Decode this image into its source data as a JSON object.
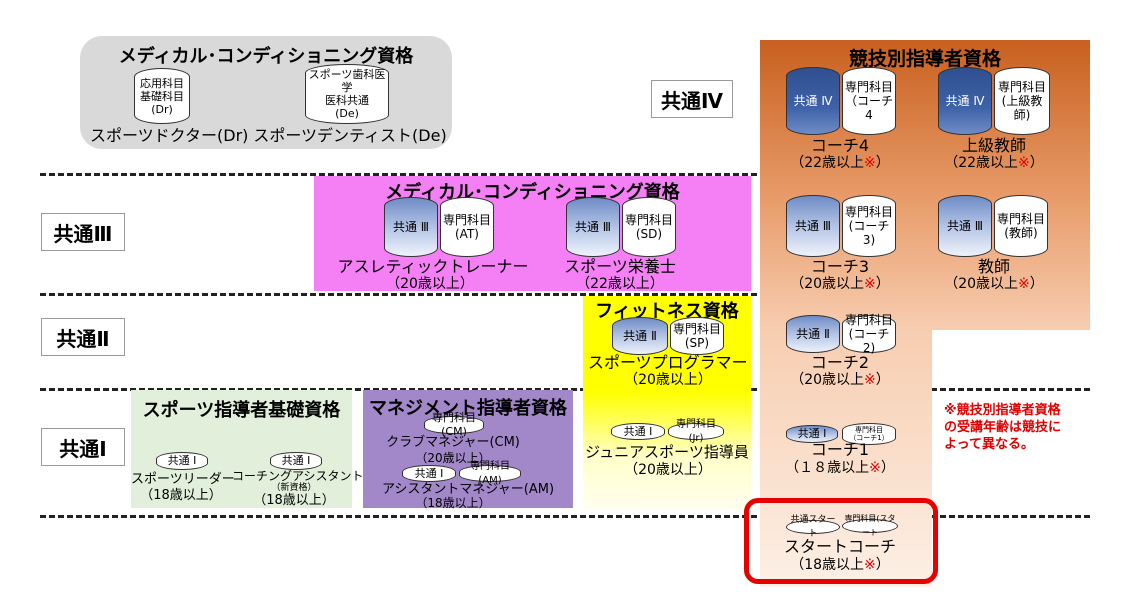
{
  "levels": {
    "common4": "共通Ⅳ",
    "common3": "共通Ⅲ",
    "common2": "共通Ⅱ",
    "common1": "共通Ⅰ"
  },
  "medical_top": {
    "title": "メディカル･コンディショニング資格",
    "doctor": {
      "cyl": "応用科目\n基礎科目\n(Dr)",
      "label": "スポーツドクター(Dr)"
    },
    "dentist": {
      "cyl": "スポーツ歯科医学\n医科共通\n(De)",
      "label": "スポーツデンティスト(De)"
    }
  },
  "medical_mid": {
    "title": "メディカル･コンディショニング資格",
    "at": {
      "common": "共通 Ⅲ",
      "spec": "専門科目\n(AT)",
      "label": "アスレティックトレーナー",
      "age": "（20歳以上）"
    },
    "sd": {
      "common": "共通 Ⅲ",
      "spec": "専門科目\n(SD)",
      "label": "スポーツ栄養士",
      "age": "（22歳以上）"
    }
  },
  "fitness": {
    "title": "フィットネス資格",
    "sp": {
      "common": "共通 Ⅱ",
      "spec": "専門科目\n(SP)",
      "label": "スポーツプログラマー",
      "age": "（20歳以上）"
    },
    "jr": {
      "common": "共通 Ⅰ",
      "spec": "専門科目(Jr)",
      "label": "ジュニアスポーツ指導員",
      "age": "（20歳以上）"
    }
  },
  "basic": {
    "title": "スポーツ指導者基礎資格",
    "leader": {
      "common": "共通 Ⅰ",
      "label": "スポーツリーダー",
      "age": "（18歳以上）"
    },
    "assistant": {
      "common": "共通 Ⅰ",
      "label": "コーチングアシスタント",
      "note": "（新資格）",
      "age": "（18歳以上）"
    }
  },
  "management": {
    "title": "マネジメント指導者資格",
    "cm": {
      "spec": "専門科目(CM)",
      "label": "クラブマネジャー(CM)",
      "age": "（20歳以上）"
    },
    "am": {
      "common": "共通 Ⅰ",
      "spec": "専門科目(AM)",
      "label": "アシスタントマネジャー(AM)",
      "age": "（18歳以上）"
    }
  },
  "competitive": {
    "title": "競技別指導者資格",
    "coach4": {
      "common": "共通 Ⅳ",
      "spec": "専門科目\n（コーチ4",
      "label": "コーチ4",
      "age": "（22歳以上",
      "mark": "※",
      "close": "）"
    },
    "senior": {
      "common": "共通 Ⅳ",
      "spec": "専門科目\n(上級教師)",
      "label": "上級教師",
      "age": "（22歳以上",
      "mark": "※",
      "close": "）"
    },
    "coach3": {
      "common": "共通 Ⅲ",
      "spec": "専門科目\n(コーチ3)",
      "label": "コーチ3",
      "age": "（20歳以上",
      "mark": "※",
      "close": "）"
    },
    "teacher": {
      "common": "共通 Ⅲ",
      "spec": "専門科目\n(教師)",
      "label": "教師",
      "age": "（20歳以上",
      "mark": "※",
      "close": "）"
    },
    "coach2": {
      "common": "共通 Ⅱ",
      "spec": "専門科目\n(コーチ2)",
      "label": "コーチ2",
      "age": "（20歳以上",
      "mark": "※",
      "close": "）"
    },
    "coach1": {
      "common": "共通 Ⅰ",
      "spec": "専門科目\n（コーチ1）",
      "label": "コーチ1",
      "age": "（１８歳以上",
      "mark": "※",
      "close": "）"
    },
    "start": {
      "common": "共通スタート",
      "spec": "専門科目(スタート",
      "label": "スタートコーチ",
      "age": "（18歳以上",
      "mark": "※",
      "close": "）"
    },
    "note": "※競技別指導者資格の受講年齢は競技によって異なる。"
  },
  "colors": {
    "gray": "#d9d9d9",
    "magenta": "#f57ff5",
    "yellow": "#ffff00",
    "green": "#e2efda",
    "purple": "#a287c9",
    "orange_top": "#cf6a29",
    "orange_bottom": "#fbe9dc",
    "highlight": "#e60000"
  }
}
